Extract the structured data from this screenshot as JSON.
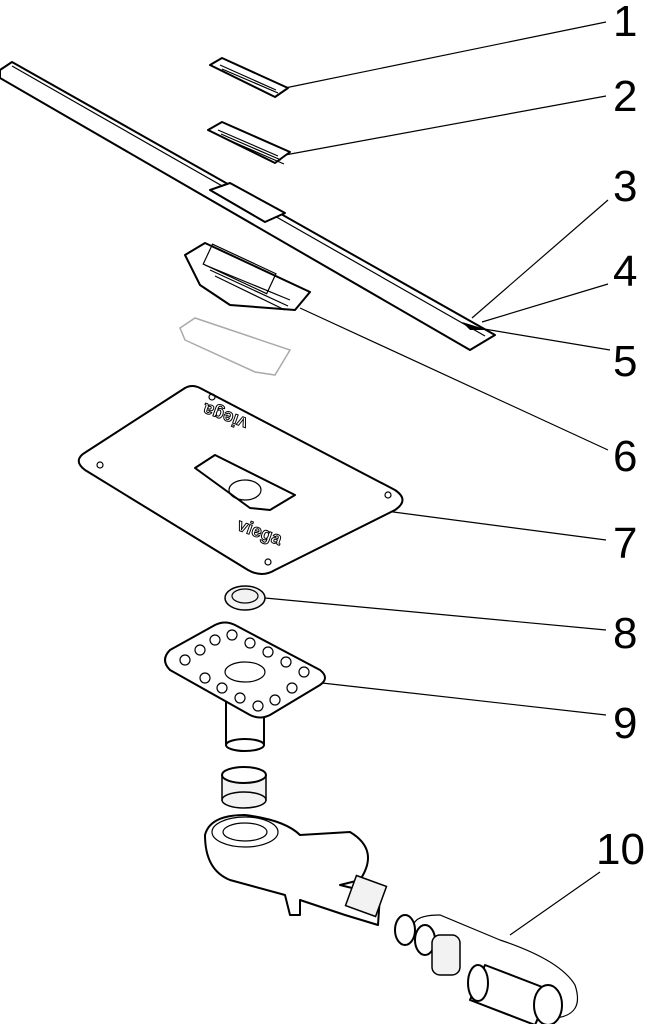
{
  "diagram": {
    "callouts": [
      "1",
      "2",
      "3",
      "4",
      "5",
      "6",
      "7",
      "8",
      "9",
      "10"
    ],
    "logo_text": "viega"
  }
}
